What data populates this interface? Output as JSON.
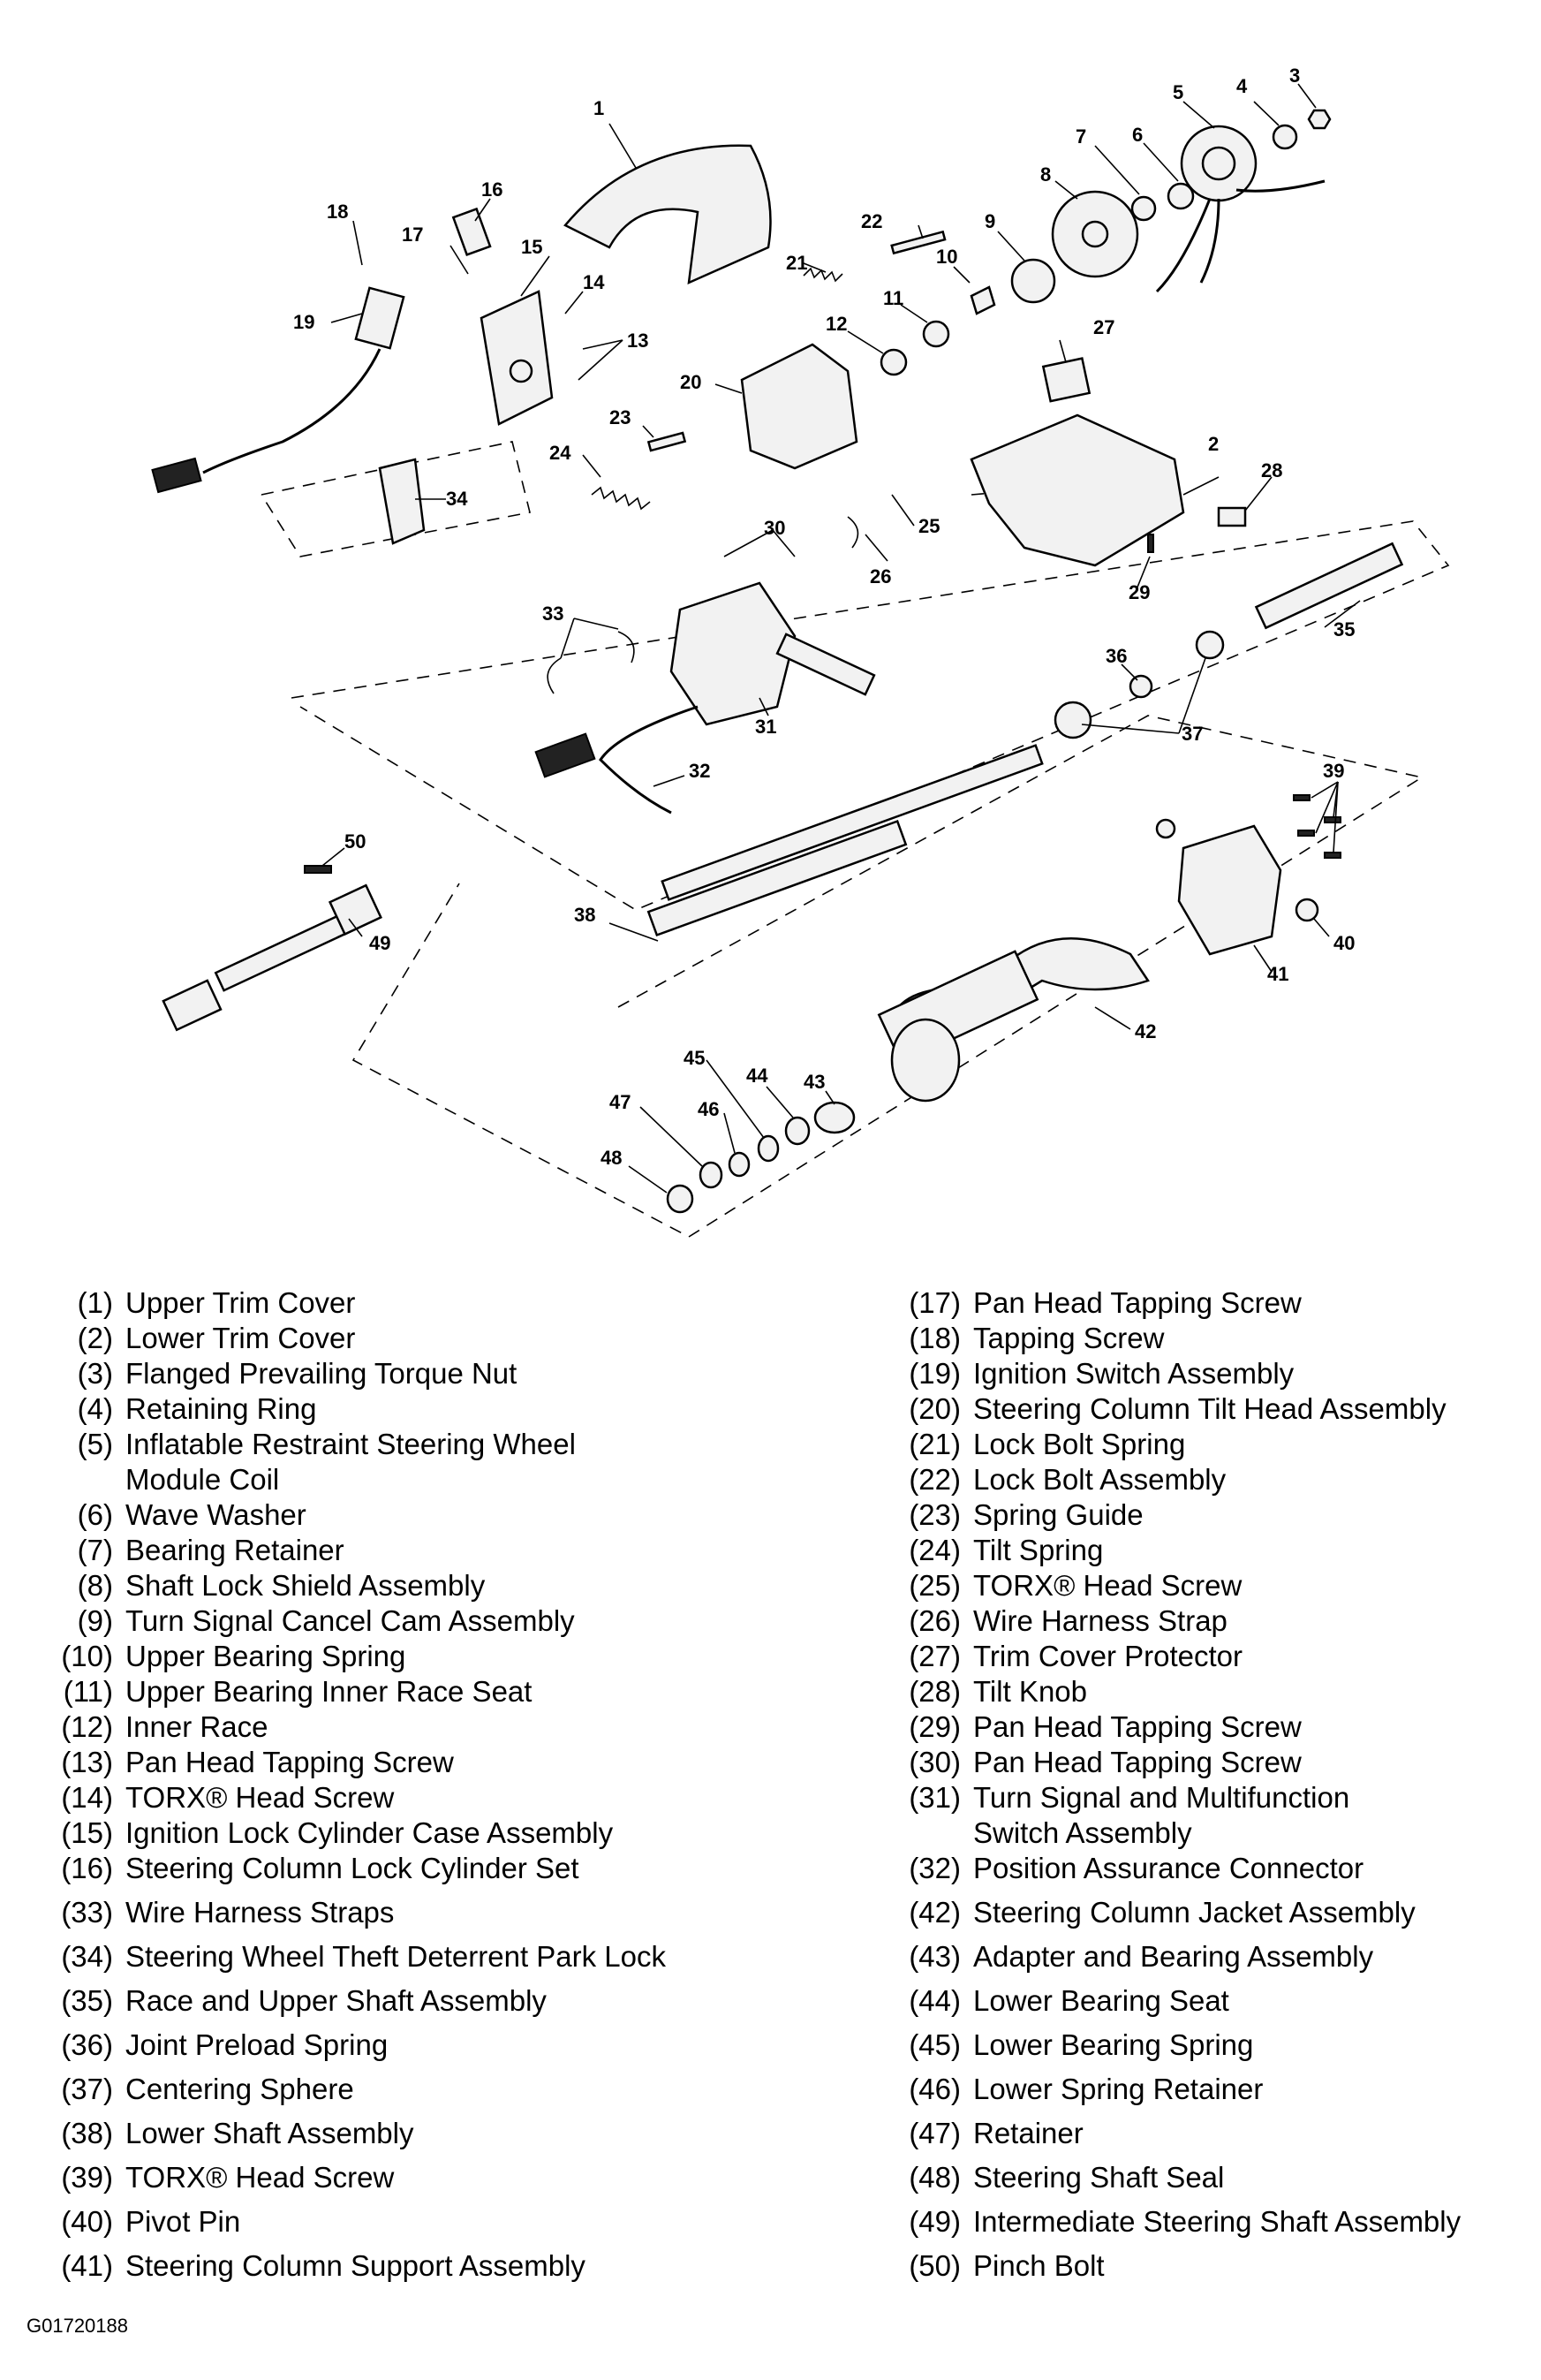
{
  "diagram": {
    "callouts": [
      "1",
      "2",
      "3",
      "4",
      "5",
      "6",
      "7",
      "8",
      "9",
      "10",
      "11",
      "12",
      "13",
      "14",
      "15",
      "16",
      "17",
      "18",
      "19",
      "20",
      "21",
      "22",
      "23",
      "24",
      "25",
      "26",
      "27",
      "28",
      "29",
      "30",
      "31",
      "32",
      "33",
      "34",
      "35",
      "36",
      "37",
      "38",
      "39",
      "40",
      "41",
      "42",
      "43",
      "44",
      "45",
      "46",
      "47",
      "48",
      "49",
      "50"
    ]
  },
  "legend": {
    "left": [
      {
        "num": "(1)",
        "label": "Upper Trim Cover"
      },
      {
        "num": "(2)",
        "label": "Lower Trim Cover"
      },
      {
        "num": "(3)",
        "label": "Flanged Prevailing Torque Nut"
      },
      {
        "num": "(4)",
        "label": "Retaining Ring"
      },
      {
        "num": "(5)",
        "label": "Inflatable Restraint Steering Wheel Module Coil"
      },
      {
        "num": "(6)",
        "label": "Wave Washer"
      },
      {
        "num": "(7)",
        "label": "Bearing Retainer"
      },
      {
        "num": "(8)",
        "label": "Shaft Lock Shield Assembly"
      },
      {
        "num": "(9)",
        "label": "Turn Signal Cancel Cam Assembly"
      },
      {
        "num": "(10)",
        "label": "Upper Bearing Spring"
      },
      {
        "num": "(11)",
        "label": "Upper Bearing Inner Race Seat"
      },
      {
        "num": "(12)",
        "label": "Inner Race"
      },
      {
        "num": "(13)",
        "label": "Pan Head Tapping Screw"
      },
      {
        "num": "(14)",
        "label": "TORX® Head Screw"
      },
      {
        "num": "(15)",
        "label": "Ignition Lock Cylinder Case Assembly"
      },
      {
        "num": "(16)",
        "label": "Steering Column Lock Cylinder Set"
      },
      {
        "num": "(33)",
        "label": "Wire Harness Straps"
      },
      {
        "num": "(34)",
        "label": "Steering Wheel Theft Deterrent Park Lock"
      },
      {
        "num": "(35)",
        "label": "Race and Upper Shaft Assembly"
      },
      {
        "num": "(36)",
        "label": "Joint Preload Spring"
      },
      {
        "num": "(37)",
        "label": "Centering Sphere"
      },
      {
        "num": "(38)",
        "label": "Lower Shaft Assembly"
      },
      {
        "num": "(39)",
        "label": "TORX® Head Screw"
      },
      {
        "num": "(40)",
        "label": "Pivot Pin"
      },
      {
        "num": "(41)",
        "label": "Steering Column Support Assembly"
      }
    ],
    "right": [
      {
        "num": "(17)",
        "label": "Pan Head Tapping Screw"
      },
      {
        "num": "(18)",
        "label": "Tapping Screw"
      },
      {
        "num": "(19)",
        "label": "Ignition Switch Assembly"
      },
      {
        "num": "(20)",
        "label": "Steering Column Tilt Head Assembly"
      },
      {
        "num": "(21)",
        "label": "Lock Bolt Spring"
      },
      {
        "num": "(22)",
        "label": "Lock Bolt Assembly"
      },
      {
        "num": "(23)",
        "label": "Spring Guide"
      },
      {
        "num": "(24)",
        "label": "Tilt Spring"
      },
      {
        "num": "(25)",
        "label": "TORX® Head Screw"
      },
      {
        "num": "(26)",
        "label": "Wire Harness Strap"
      },
      {
        "num": "(27)",
        "label": "Trim Cover Protector"
      },
      {
        "num": "(28)",
        "label": "Tilt Knob"
      },
      {
        "num": "(29)",
        "label": "Pan Head Tapping Screw"
      },
      {
        "num": "(30)",
        "label": "Pan Head Tapping Screw"
      },
      {
        "num": "(31)",
        "label": "Turn Signal and Multifunction Switch Assembly"
      },
      {
        "num": "(32)",
        "label": "Position Assurance Connector"
      },
      {
        "num": "(42)",
        "label": "Steering Column Jacket Assembly"
      },
      {
        "num": "(43)",
        "label": "Adapter and Bearing Assembly"
      },
      {
        "num": "(44)",
        "label": "Lower Bearing Seat"
      },
      {
        "num": "(45)",
        "label": "Lower Bearing Spring"
      },
      {
        "num": "(46)",
        "label": "Lower Spring Retainer"
      },
      {
        "num": "(47)",
        "label": "Retainer"
      },
      {
        "num": "(48)",
        "label": "Steering Shaft Seal"
      },
      {
        "num": "(49)",
        "label": "Intermediate Steering Shaft Assembly"
      },
      {
        "num": "(50)",
        "label": "Pinch Bolt"
      }
    ]
  },
  "figure_id": "G01720188"
}
